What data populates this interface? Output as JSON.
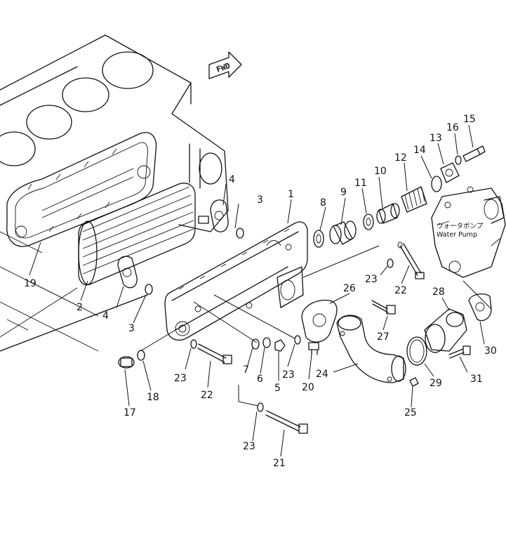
{
  "direction_marker": "FWD",
  "water_pump_label_ja": "ウォータポンプ",
  "water_pump_label_en": "Water Pump",
  "callouts": {
    "c1": "1",
    "c2": "2",
    "c3a": "3",
    "c3b": "3",
    "c4a": "4",
    "c4b": "4",
    "c5": "5",
    "c6": "6",
    "c7": "7",
    "c8": "8",
    "c9": "9",
    "c10": "10",
    "c11": "11",
    "c12": "12",
    "c13": "13",
    "c14": "14",
    "c15": "15",
    "c16": "16",
    "c17": "17",
    "c18": "18",
    "c19": "19",
    "c20": "20",
    "c21": "21",
    "c22a": "22",
    "c22b": "22",
    "c23a": "23",
    "c23b": "23",
    "c23c": "23",
    "c23d": "23",
    "c24": "24",
    "c25": "25",
    "c26": "26",
    "c27": "27",
    "c28": "28",
    "c29": "29",
    "c30": "30",
    "c31": "31"
  }
}
